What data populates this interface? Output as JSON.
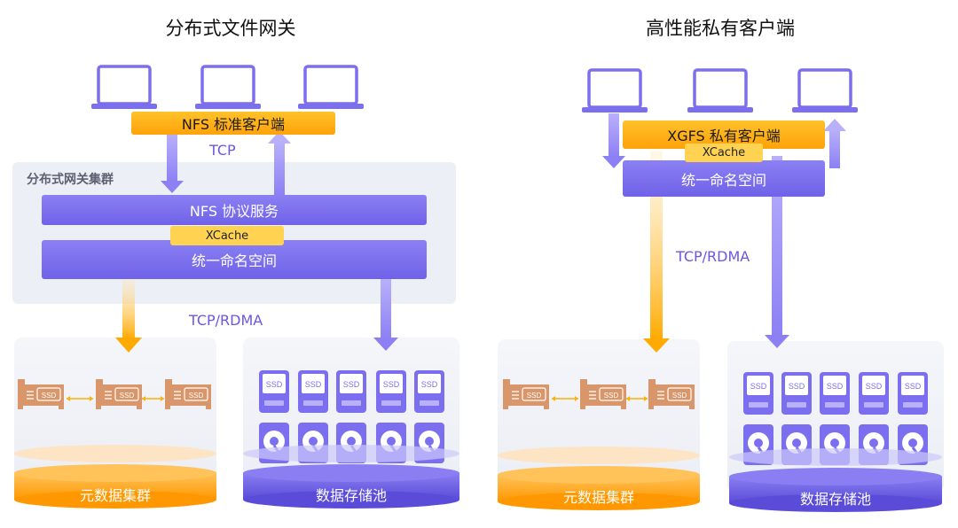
{
  "left": {
    "title": "分布式文件网关",
    "client_bar": "NFS 标准客户端",
    "edge_label_top": "TCP",
    "cluster_label": "分布式网关集群",
    "protocol_service": "NFS 协议服务",
    "cache": "XCache",
    "namespace": "统一命名空间",
    "edge_label_bottom": "TCP/RDMA",
    "metadata_cluster": "元数据集群",
    "storage_pool": "数据存储池"
  },
  "right": {
    "title": "高性能私有客户端",
    "client_bar": "XGFS 私有客户端",
    "cache": "XCache",
    "namespace": "统一命名空间",
    "edge_label": "TCP/RDMA",
    "metadata_cluster": "元数据集群",
    "storage_pool": "数据存储池"
  },
  "icons": {
    "ssd_label": "SSD",
    "laptop": "laptop-icon",
    "ssd_card": "ssd-card-icon",
    "ssd_drive": "ssd-drive-icon",
    "hdd": "hdd-icon"
  },
  "colors": {
    "purple": "#7b6ff0",
    "orange": "#ffae1a",
    "yellow": "#ffd351",
    "copper": "#d9966a"
  }
}
